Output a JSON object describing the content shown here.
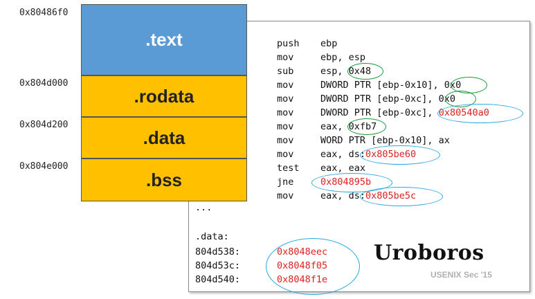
{
  "memory_map": {
    "addresses": [
      "0x80486f0",
      "0x804d000",
      "0x804d200",
      "0x804e000"
    ],
    "segments": [
      ".text",
      ".rodata",
      ".data",
      ".bss"
    ],
    "colors": {
      "text": "#5b9bd5",
      "data_segments": "#ffc000"
    }
  },
  "disassembly": [
    {
      "mnemonic": "push",
      "operands": "ebp"
    },
    {
      "mnemonic": "mov",
      "operands": "ebp, esp"
    },
    {
      "mnemonic": "sub",
      "operands": "esp, 0x48"
    },
    {
      "mnemonic": "mov",
      "operands": "DWORD PTR [ebp-0x10], 0x0"
    },
    {
      "mnemonic": "mov",
      "operands": "DWORD PTR [ebp-0xc], 0x0"
    },
    {
      "mnemonic": "mov",
      "operands_prefix": "DWORD PTR [ebp-0xc], ",
      "operands_red": "0x80540a0"
    },
    {
      "mnemonic": "mov",
      "operands": "eax, 0xfb7"
    },
    {
      "mnemonic": "mov",
      "operands": "WORD PTR [ebp-0x10], ax"
    },
    {
      "mnemonic": "mov",
      "operands_prefix": "eax, ds:",
      "operands_red": "0x805be60"
    },
    {
      "mnemonic": "test",
      "operands": "eax, eax"
    },
    {
      "mnemonic": "jne",
      "operands_prefix": "",
      "operands_red": "0x804895b"
    },
    {
      "mnemonic": "mov",
      "operands_prefix": "eax, ds:",
      "operands_red": "0x805be5c"
    }
  ],
  "ellipsis": "...",
  "data_section": {
    "label": ".data:",
    "rows": [
      {
        "addr": "804d538:",
        "value": "0x8048eec"
      },
      {
        "addr": "804d53c:",
        "value": "0x8048f05"
      },
      {
        "addr": "804d540:",
        "value": "0x8048f1e"
      }
    ]
  },
  "logo": "Uroboros",
  "venue": "USENIX Sec  '15"
}
